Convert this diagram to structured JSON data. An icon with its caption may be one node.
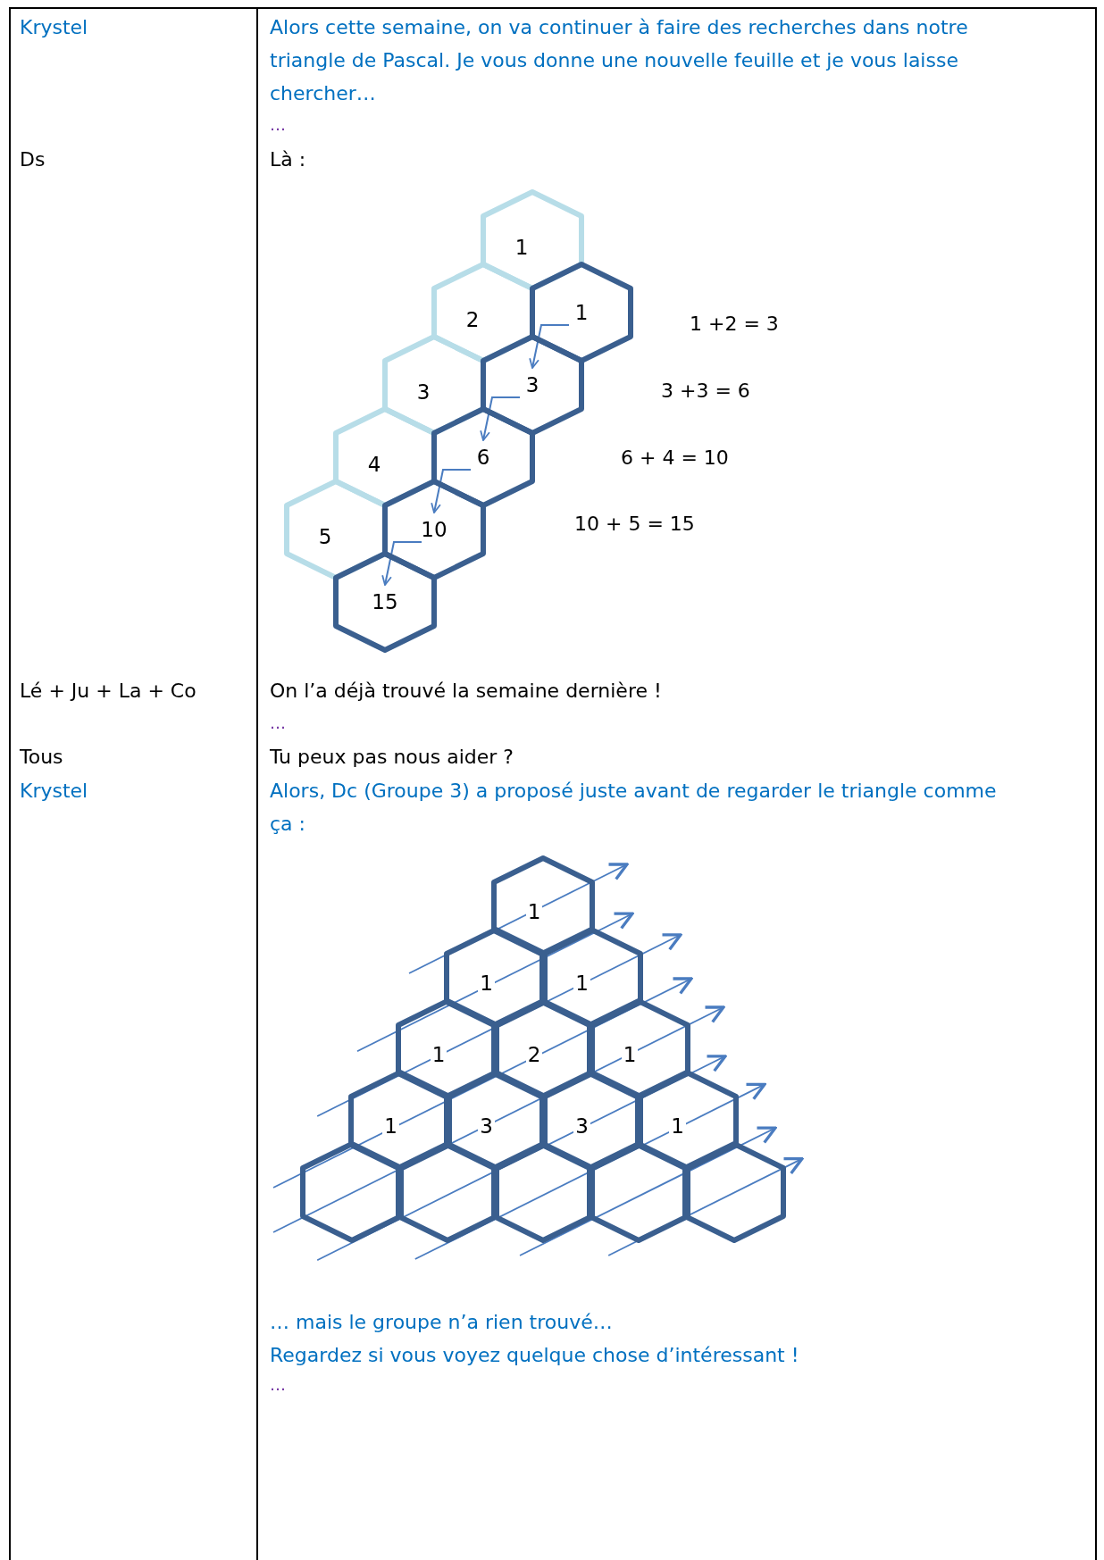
{
  "diagram": {
    "nodes": [
      {
        "text": [
          "1"
        ]
      },
      {
        "text": [
          "2"
        ]
      },
      {
        "text": [
          "3"
        ]
      },
      {
        "text": [
          "4"
        ]
      },
      {
        "text": [
          "5"
        ]
      },
      {
        "text": [
          "1"
        ]
      },
      {
        "text": [
          "3"
        ]
      },
      {
        "text": [
          "6"
        ]
      },
      {
        "text": [
          "10"
        ]
      },
      {
        "text": [
          "15"
        ]
      },
      {
        "text": [
          "1"
        ]
      },
      {
        "text": [
          "1"
        ]
      },
      {
        "text": [
          "1"
        ]
      },
      {
        "text": [
          "1"
        ]
      },
      {
        "text": [
          "2"
        ]
      },
      {
        "text": [
          "1"
        ]
      },
      {
        "text": [
          "1"
        ]
      },
      {
        "text": [
          "3"
        ]
      },
      {
        "text": [
          "3"
        ]
      },
      {
        "text": [
          "1"
        ]
      },
      {
        "text": [],
        "shape": "hexagon"
      },
      {
        "text": [],
        "shape": "hexagon"
      },
      {
        "text": [],
        "shape": "hexagon"
      },
      {
        "text": [],
        "shape": "hexagon"
      },
      {
        "text": [],
        "shape": "hexagon"
      }
    ],
    "edges": [
      {
        "from": 5,
        "to": 6,
        "arrow": "to"
      },
      {
        "from": 6,
        "to": 7,
        "arrow": "to"
      },
      {
        "from": 7,
        "to": 8,
        "arrow": "to"
      },
      {
        "from": 8,
        "to": 9,
        "arrow": "to"
      }
    ],
    "labels": [
      "Krystel",
      "Alors cette semaine, on va continuer à faire des recherches dans notre triangle de Pascal. Je vous donne une nouvelle feuille et je vous laisse chercher…",
      "…",
      "Ds",
      "Là :",
      "1 +2 = 3",
      "3 +3 = 6",
      "6 + 4 = 10",
      "10 + 5 = 15",
      "Lé + Ju + La + Co",
      "On l’a déjà trouvé la semaine dernière !",
      "…",
      "Tous",
      "Tu peux pas nous aider ?",
      "Krystel",
      "Alors, Dc (Groupe 3) a proposé juste avant de regarder le triangle comme ça :",
      "… mais le groupe n’a rien trouvé…",
      "Regardez si vous voyez quelque chose d’intéressant !",
      "…"
    ]
  }
}
